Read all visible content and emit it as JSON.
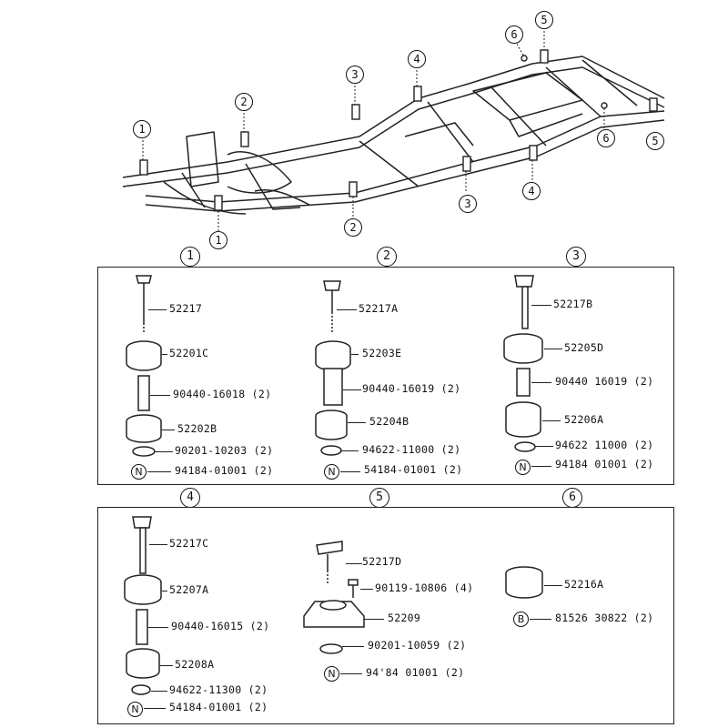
{
  "frame_callouts": [
    "1",
    "2",
    "3",
    "4",
    "5",
    "6",
    "1",
    "2",
    "3",
    "4",
    "6",
    "5"
  ],
  "groups": [
    {
      "label": "1",
      "parts": [
        {
          "number": "52217"
        },
        {
          "number": "52201C"
        },
        {
          "number": "90440-16018 (2)"
        },
        {
          "number": "52202B"
        },
        {
          "number": "90201-10203 (2)"
        },
        {
          "number": "94184-01001 (2)",
          "symbol": "N"
        }
      ]
    },
    {
      "label": "2",
      "parts": [
        {
          "number": "52217A"
        },
        {
          "number": "52203E"
        },
        {
          "number": "90440-16019 (2)"
        },
        {
          "number": "52204B"
        },
        {
          "number": "94622-11000 (2)"
        },
        {
          "number": "54184-01001 (2)",
          "symbol": "N"
        }
      ]
    },
    {
      "label": "3",
      "parts": [
        {
          "number": "52217B"
        },
        {
          "number": "52205D"
        },
        {
          "number": "90440 16019 (2)"
        },
        {
          "number": "52206A"
        },
        {
          "number": "94622 11000 (2)"
        },
        {
          "number": "94184 01001 (2)",
          "symbol": "N"
        }
      ]
    },
    {
      "label": "4",
      "parts": [
        {
          "number": "52217C"
        },
        {
          "number": "52207A"
        },
        {
          "number": "90440-16015 (2)"
        },
        {
          "number": "52208A"
        },
        {
          "number": "94622-11300 (2)"
        },
        {
          "number": "54184-01001 (2)",
          "symbol": "N"
        }
      ]
    },
    {
      "label": "5",
      "parts": [
        {
          "number": "52217D"
        },
        {
          "number": "90119-10806 (4)"
        },
        {
          "number": "52209"
        },
        {
          "number": "90201-10059 (2)"
        },
        {
          "number": "94'84 01001 (2)",
          "symbol": "N"
        }
      ]
    },
    {
      "label": "6",
      "parts": [
        {
          "number": "52216A"
        },
        {
          "number": "81526 30822 (2)",
          "symbol": "B"
        }
      ]
    }
  ]
}
